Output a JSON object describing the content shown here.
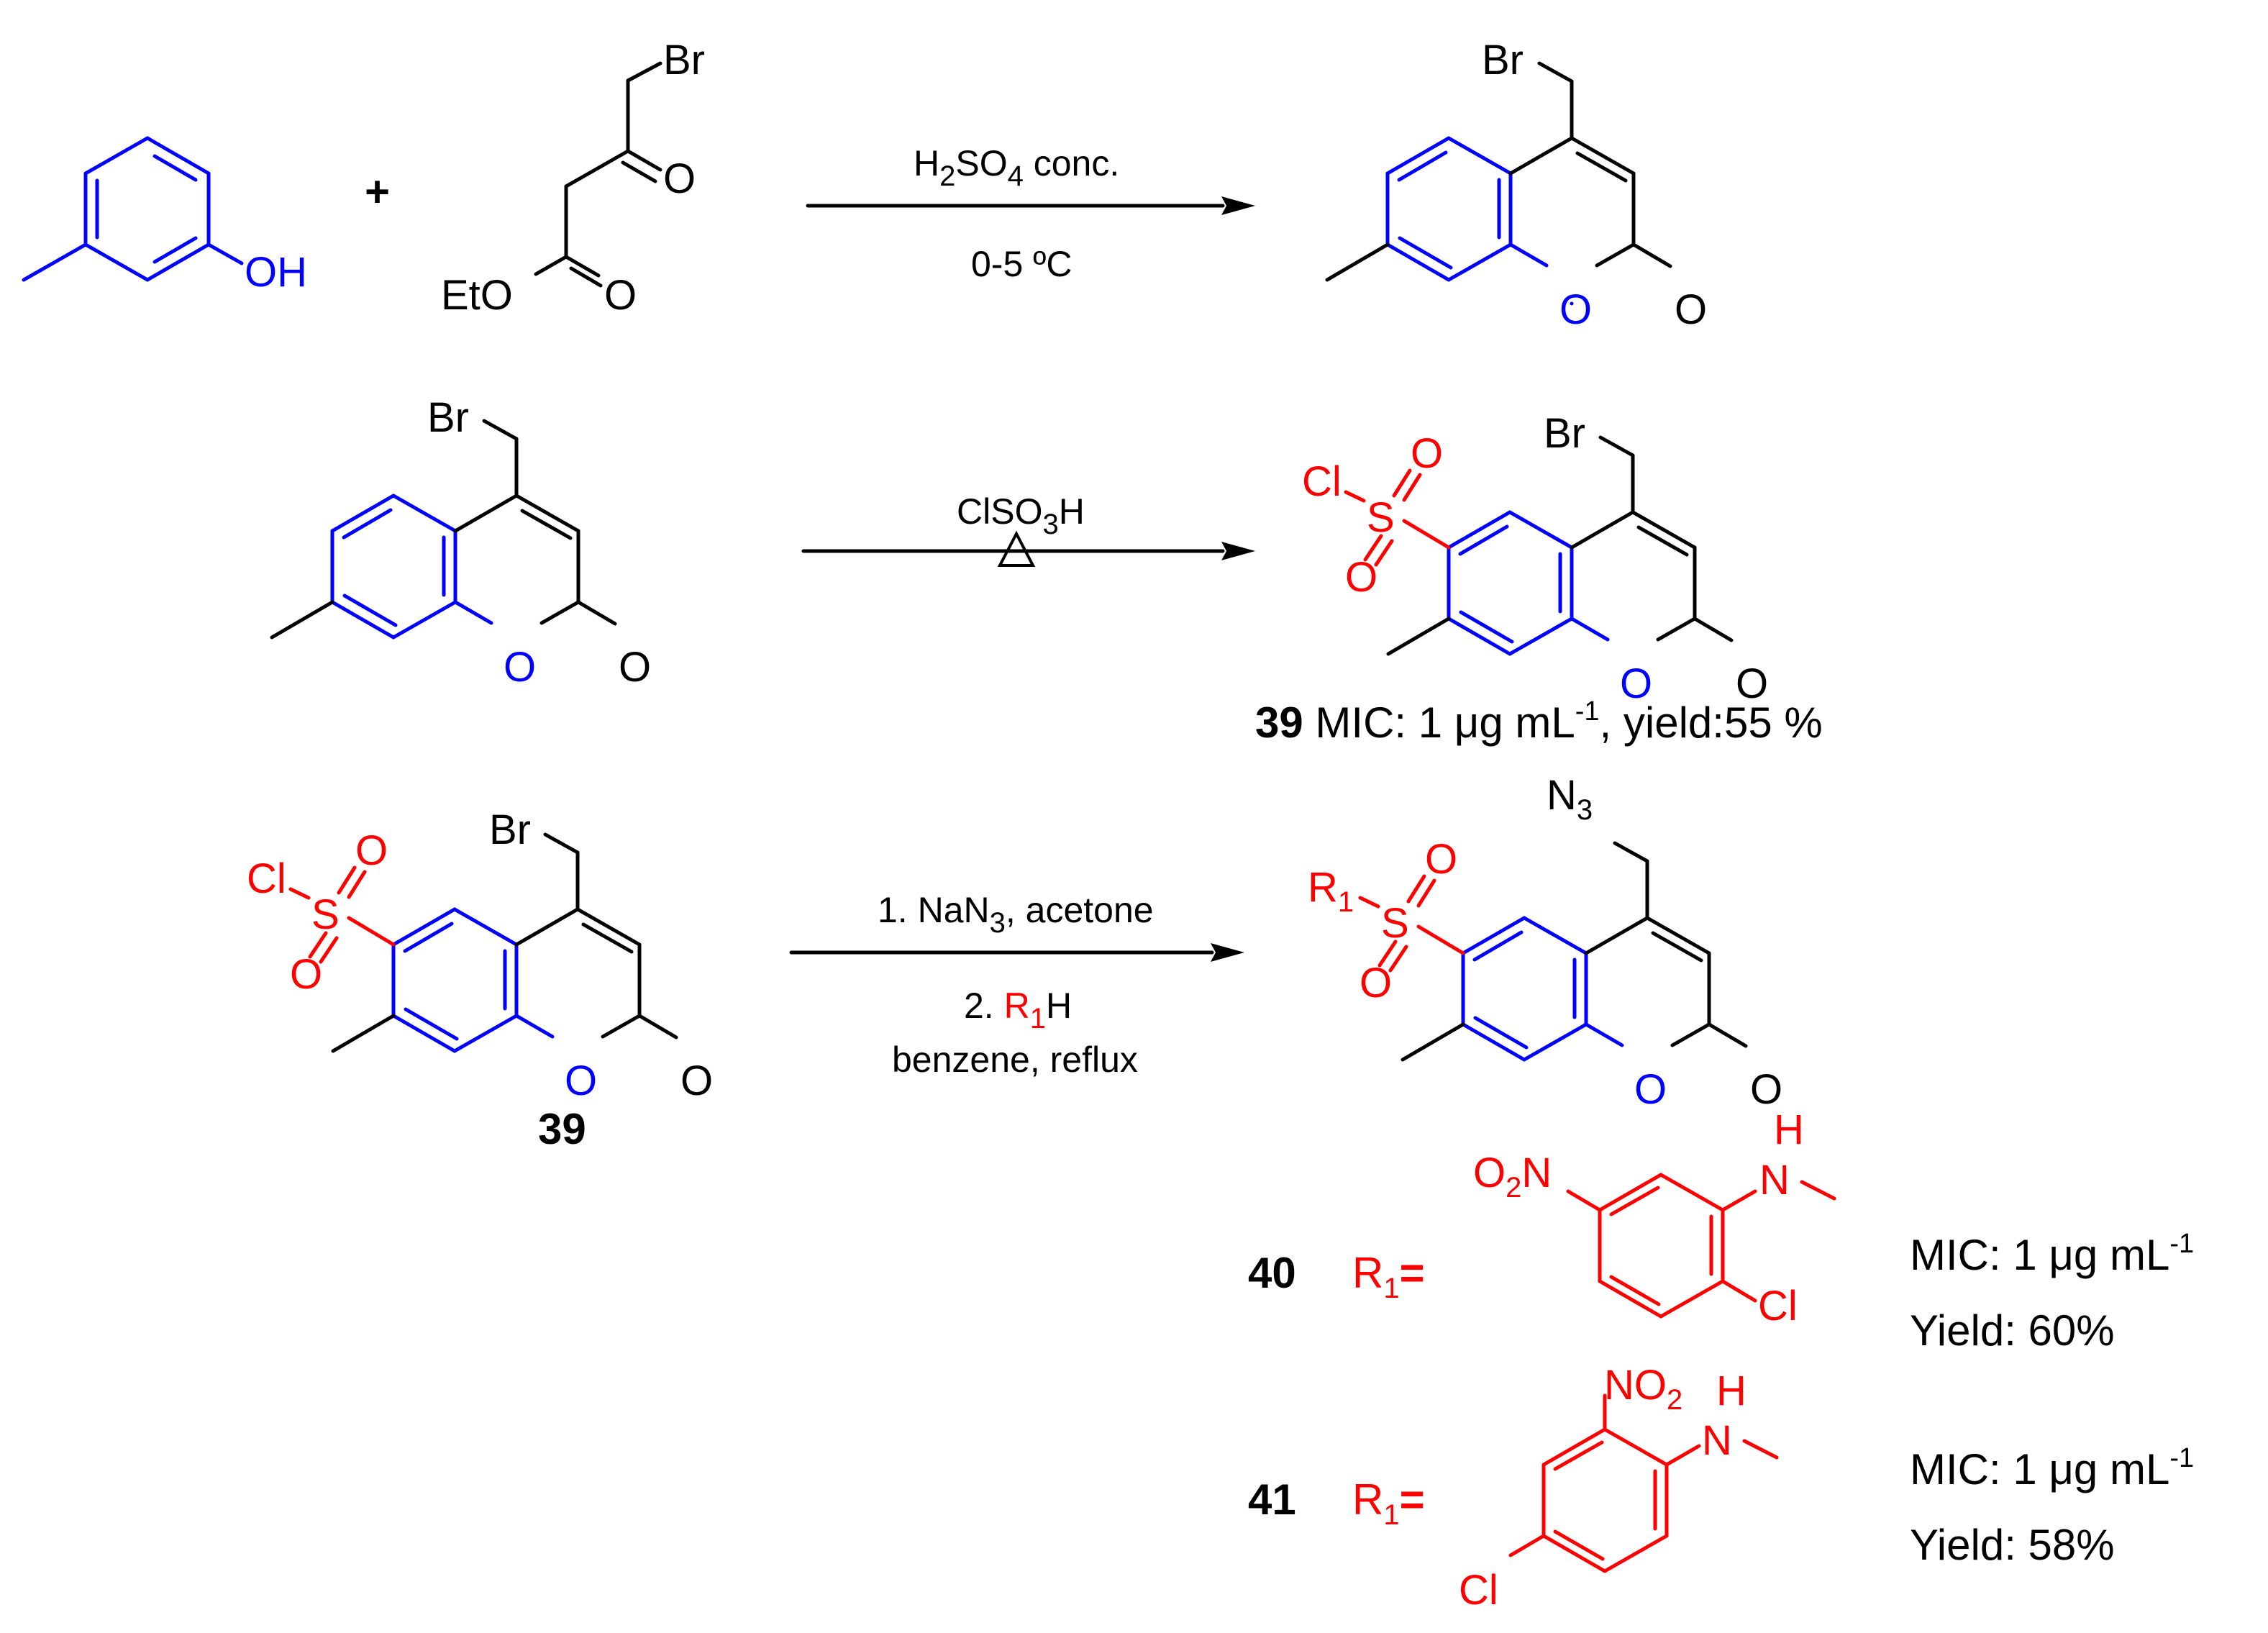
{
  "colors": {
    "ring": "#0000ff",
    "substituent": "#ff0000",
    "text": "#000000"
  },
  "atoms": {
    "Br": "Br",
    "O": "O",
    "OH": "OH",
    "EtO": "EtO",
    "Cl": "Cl",
    "S": "S",
    "N": "N",
    "H": "H",
    "N3": "N",
    "N3_sub": "3",
    "R": "R",
    "R_sub": "1",
    "O2N_O": "O",
    "O2N_sub": "2",
    "O2N_N": "N",
    "NO2_NO": "NO",
    "NO2_sub": "2"
  },
  "plus": "+",
  "step1": {
    "reagent": "H",
    "reagent_sub1": "2",
    "reagent_mid": "SO",
    "reagent_sub2": "4",
    "reagent_end": " conc.",
    "condition": "0-5 ºC"
  },
  "step2": {
    "reagent": "ClSO",
    "reagent_sub": "3",
    "reagent_end": "H",
    "heat_symbol": "triangle-icon"
  },
  "step3": {
    "line1": "1. NaN",
    "line1_sub": "3",
    "line1_end": ", acetone",
    "line2_prefix": "2. ",
    "line2_R": "R",
    "line2_sub": "1",
    "line2_H": "H",
    "line3": "benzene, reflux"
  },
  "compound39": {
    "number": "39",
    "mic_prefix": " MIC:   1 μg mL",
    "mic_exp": "-1",
    "mic_suffix": ", yield:55 %"
  },
  "compound39_label": "39",
  "compound40": {
    "number": "40",
    "r_label": "R",
    "r_sub": "1",
    "r_eq": "=",
    "mic": "MIC:   1 μg mL",
    "mic_exp": "-1",
    "yield": "Yield: 60%"
  },
  "compound41": {
    "number": "41",
    "r_label": "R",
    "r_sub": "1",
    "r_eq": "=",
    "mic": "MIC:   1 μg mL",
    "mic_exp": "-1",
    "yield": "Yield: 58%"
  }
}
